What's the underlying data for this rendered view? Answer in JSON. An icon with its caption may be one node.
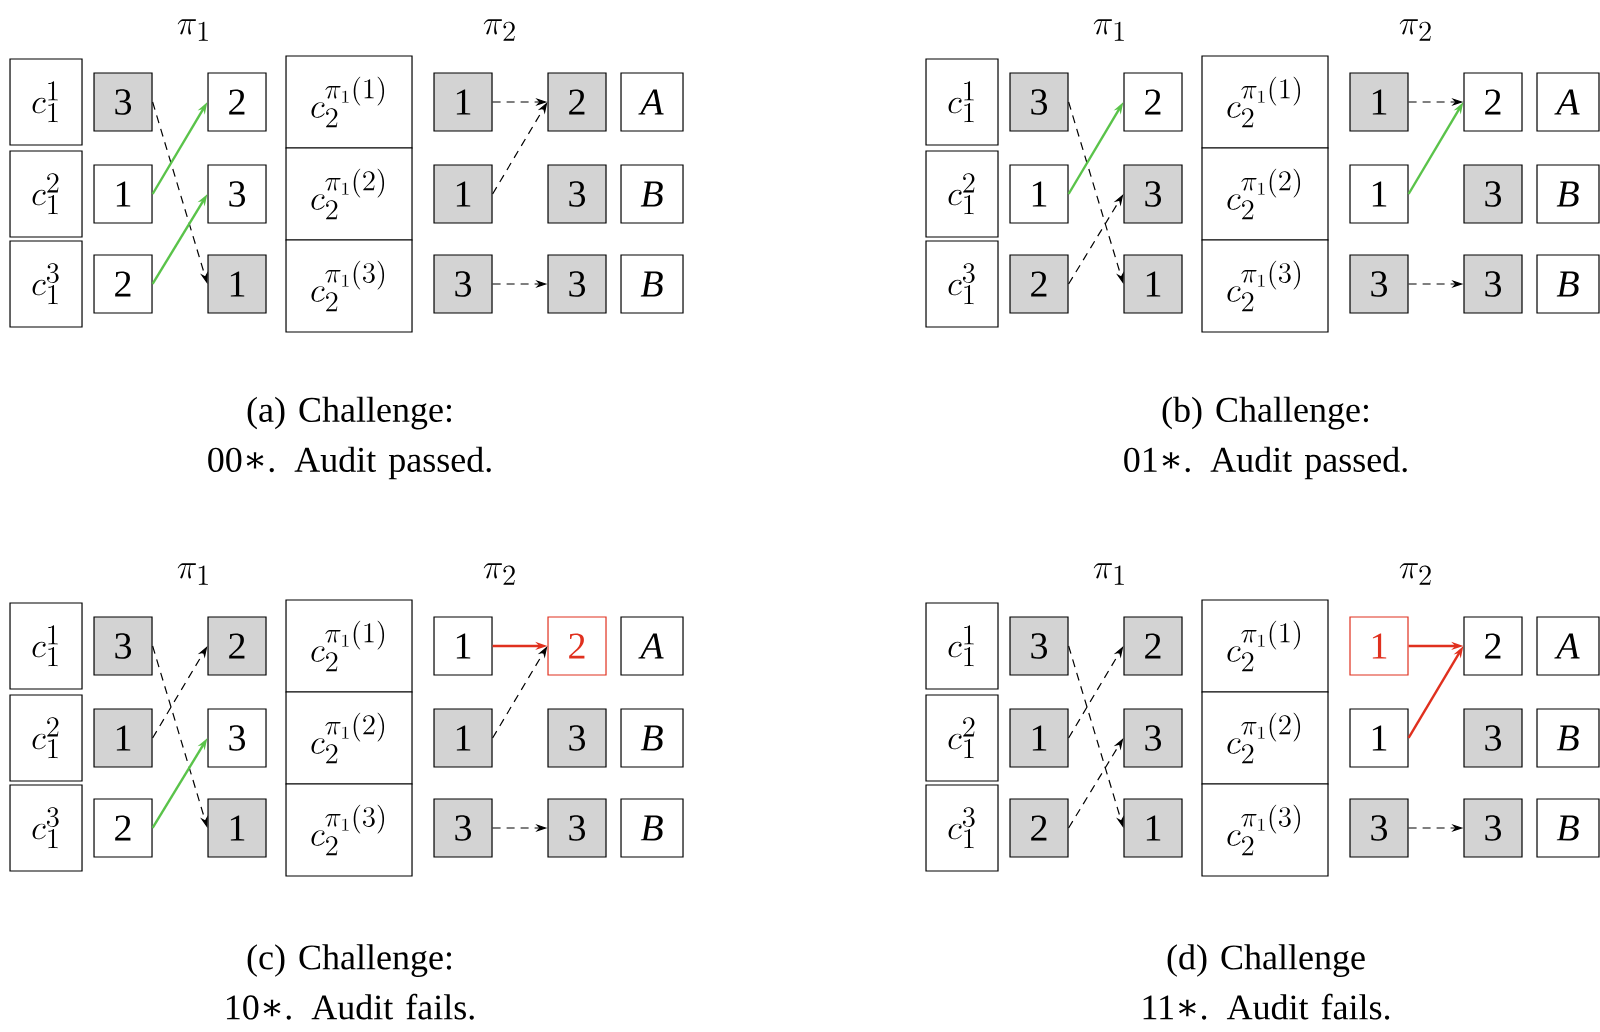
{
  "diagram": {
    "nodes": [
      {
        "text": [
          "c_1^1"
        ]
      },
      {
        "text": [
          "c_1^2"
        ]
      },
      {
        "text": [
          "c_1^3"
        ]
      },
      {
        "text": [
          "3"
        ]
      },
      {
        "text": [
          "1"
        ]
      },
      {
        "text": [
          "2"
        ]
      },
      {
        "text": [
          "2"
        ]
      },
      {
        "text": [
          "3"
        ]
      },
      {
        "text": [
          "1"
        ]
      },
      {
        "text": [
          "c_2^{\\pi_1(1)}"
        ]
      },
      {
        "text": [
          "c_2^{\\pi_1(2)}"
        ]
      },
      {
        "text": [
          "c_2^{\\pi_1(3)}"
        ]
      },
      {
        "text": [
          "1"
        ]
      },
      {
        "text": [
          "1"
        ]
      },
      {
        "text": [
          "3"
        ]
      },
      {
        "text": [
          "2"
        ]
      },
      {
        "text": [
          "3"
        ]
      },
      {
        "text": [
          "3"
        ]
      },
      {
        "text": [
          "A"
        ]
      },
      {
        "text": [
          "B"
        ]
      },
      {
        "text": [
          "B"
        ]
      },
      {
        "text": [
          "c_1^1"
        ]
      },
      {
        "text": [
          "c_1^2"
        ]
      },
      {
        "text": [
          "c_1^3"
        ]
      },
      {
        "text": [
          "3"
        ]
      },
      {
        "text": [
          "1"
        ]
      },
      {
        "text": [
          "2"
        ]
      },
      {
        "text": [
          "2"
        ]
      },
      {
        "text": [
          "3"
        ]
      },
      {
        "text": [
          "1"
        ]
      },
      {
        "text": [
          "c_2^{\\pi_1(1)}"
        ]
      },
      {
        "text": [
          "c_2^{\\pi_1(2)}"
        ]
      },
      {
        "text": [
          "c_2^{\\pi_1(3)}"
        ]
      },
      {
        "text": [
          "1"
        ]
      },
      {
        "text": [
          "1"
        ]
      },
      {
        "text": [
          "3"
        ]
      },
      {
        "text": [
          "2"
        ]
      },
      {
        "text": [
          "3"
        ]
      },
      {
        "text": [
          "3"
        ]
      },
      {
        "text": [
          "A"
        ]
      },
      {
        "text": [
          "B"
        ]
      },
      {
        "text": [
          "B"
        ]
      },
      {
        "text": [
          "c_1^1"
        ]
      },
      {
        "text": [
          "c_1^2"
        ]
      },
      {
        "text": [
          "c_1^3"
        ]
      },
      {
        "text": [
          "3"
        ]
      },
      {
        "text": [
          "1"
        ]
      },
      {
        "text": [
          "2"
        ]
      },
      {
        "text": [
          "2"
        ]
      },
      {
        "text": [
          "3"
        ]
      },
      {
        "text": [
          "1"
        ]
      },
      {
        "text": [
          "c_2^{\\pi_1(1)}"
        ]
      },
      {
        "text": [
          "c_2^{\\pi_1(2)}"
        ]
      },
      {
        "text": [
          "c_2^{\\pi_1(3)}"
        ]
      },
      {
        "text": [
          "1"
        ]
      },
      {
        "text": [
          "1"
        ]
      },
      {
        "text": [
          "3"
        ]
      },
      {
        "text": [
          "2"
        ]
      },
      {
        "text": [
          "3"
        ]
      },
      {
        "text": [
          "3"
        ]
      },
      {
        "text": [
          "A"
        ]
      },
      {
        "text": [
          "B"
        ]
      },
      {
        "text": [
          "B"
        ]
      },
      {
        "text": [
          "c_1^1"
        ]
      },
      {
        "text": [
          "c_1^2"
        ]
      },
      {
        "text": [
          "c_1^3"
        ]
      },
      {
        "text": [
          "3"
        ]
      },
      {
        "text": [
          "1"
        ]
      },
      {
        "text": [
          "2"
        ]
      },
      {
        "text": [
          "2"
        ]
      },
      {
        "text": [
          "3"
        ]
      },
      {
        "text": [
          "1"
        ]
      },
      {
        "text": [
          "c_2^{\\pi_1(1)}"
        ]
      },
      {
        "text": [
          "c_2^{\\pi_1(2)}"
        ]
      },
      {
        "text": [
          "c_2^{\\pi_1(3)}"
        ]
      },
      {
        "text": [
          "1"
        ]
      },
      {
        "text": [
          "1"
        ]
      },
      {
        "text": [
          "3"
        ]
      },
      {
        "text": [
          "2"
        ]
      },
      {
        "text": [
          "3"
        ]
      },
      {
        "text": [
          "3"
        ]
      },
      {
        "text": [
          "A"
        ]
      },
      {
        "text": [
          "B"
        ]
      },
      {
        "text": [
          "B"
        ]
      }
    ],
    "edges": [
      {
        "from": 3,
        "to": 8,
        "arrow": "to",
        "style": "dashed"
      },
      {
        "from": 4,
        "to": 6,
        "arrow": "to",
        "color": "#5ac34a"
      },
      {
        "from": 5,
        "to": 7,
        "arrow": "to",
        "color": "#5ac34a"
      },
      {
        "from": 12,
        "to": 15,
        "arrow": "to",
        "style": "dashed"
      },
      {
        "from": 13,
        "to": 15,
        "arrow": "to",
        "style": "dashed"
      },
      {
        "from": 14,
        "to": 17,
        "arrow": "to",
        "style": "dashed"
      },
      {
        "from": 24,
        "to": 29,
        "arrow": "to",
        "style": "dashed"
      },
      {
        "from": 25,
        "to": 27,
        "arrow": "to",
        "color": "#5ac34a"
      },
      {
        "from": 26,
        "to": 28,
        "arrow": "to",
        "style": "dashed"
      },
      {
        "from": 33,
        "to": 36,
        "arrow": "to",
        "style": "dashed"
      },
      {
        "from": 34,
        "to": 36,
        "arrow": "to",
        "color": "#5ac34a"
      },
      {
        "from": 35,
        "to": 38,
        "arrow": "to",
        "style": "dashed"
      },
      {
        "from": 45,
        "to": 50,
        "arrow": "to",
        "style": "dashed"
      },
      {
        "from": 46,
        "to": 48,
        "arrow": "to",
        "style": "dashed"
      },
      {
        "from": 47,
        "to": 49,
        "arrow": "to",
        "color": "#5ac34a"
      },
      {
        "from": 54,
        "to": 57,
        "arrow": "to",
        "color": "#e0301e"
      },
      {
        "from": 55,
        "to": 57,
        "arrow": "to",
        "style": "dashed"
      },
      {
        "from": 56,
        "to": 59,
        "arrow": "to",
        "style": "dashed"
      },
      {
        "from": 66,
        "to": 71,
        "arrow": "to",
        "style": "dashed"
      },
      {
        "from": 67,
        "to": 69,
        "arrow": "to",
        "style": "dashed"
      },
      {
        "from": 68,
        "to": 70,
        "arrow": "to",
        "style": "dashed"
      },
      {
        "from": 75,
        "to": 78,
        "arrow": "to",
        "color": "#e0301e"
      },
      {
        "from": 76,
        "to": 78,
        "arrow": "to",
        "color": "#e0301e"
      },
      {
        "from": 77,
        "to": 80,
        "arrow": "to",
        "style": "dashed"
      }
    ],
    "labels": [
      "\\pi_1",
      "\\pi_2",
      "\\pi_1",
      "\\pi_2",
      "(a) Challenge: 00∗. Audit passed.",
      "(b) Challenge: 01∗. Audit passed.",
      "\\pi_1",
      "\\pi_2",
      "\\pi_1",
      "\\pi_2",
      "(c) Challenge: 10∗. Audit fails.",
      "(d) Challenge 11∗. Audit fails."
    ]
  }
}
